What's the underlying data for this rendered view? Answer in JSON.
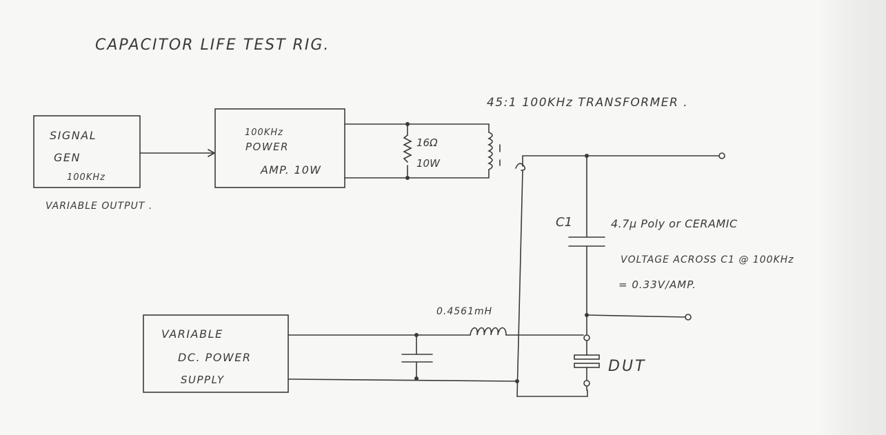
{
  "title": "CAPACITOR LIFE TEST RIG.",
  "transformer": {
    "label": "45:1 100KHz TRANSFORMER ."
  },
  "signal_gen": {
    "line1": "SIGNAL",
    "line2": "GEN",
    "line3": "100KHz"
  },
  "signal_gen_note": "VARIABLE OUTPUT .",
  "power_amp": {
    "line1": "100KHz",
    "line2": "POWER",
    "line3": "AMP. 10W"
  },
  "load_resistor": {
    "value": "16Ω",
    "power": "10W"
  },
  "capacitor_c1": {
    "label": "C1",
    "spec": "4.7μ Poly or CERAMIC",
    "note_line1": "VOLTAGE ACROSS C1 @ 100KHz",
    "note_line2": "= 0.33V/AMP."
  },
  "inductor": {
    "value": "0.4561mH"
  },
  "dc_supply": {
    "line1": "VARIABLE",
    "line2": "DC. POWER",
    "line3": "SUPPLY"
  },
  "dut": {
    "label": "DUT"
  },
  "colors": {
    "ink": "#3a3a3a",
    "paper": "#f7f7f5"
  }
}
